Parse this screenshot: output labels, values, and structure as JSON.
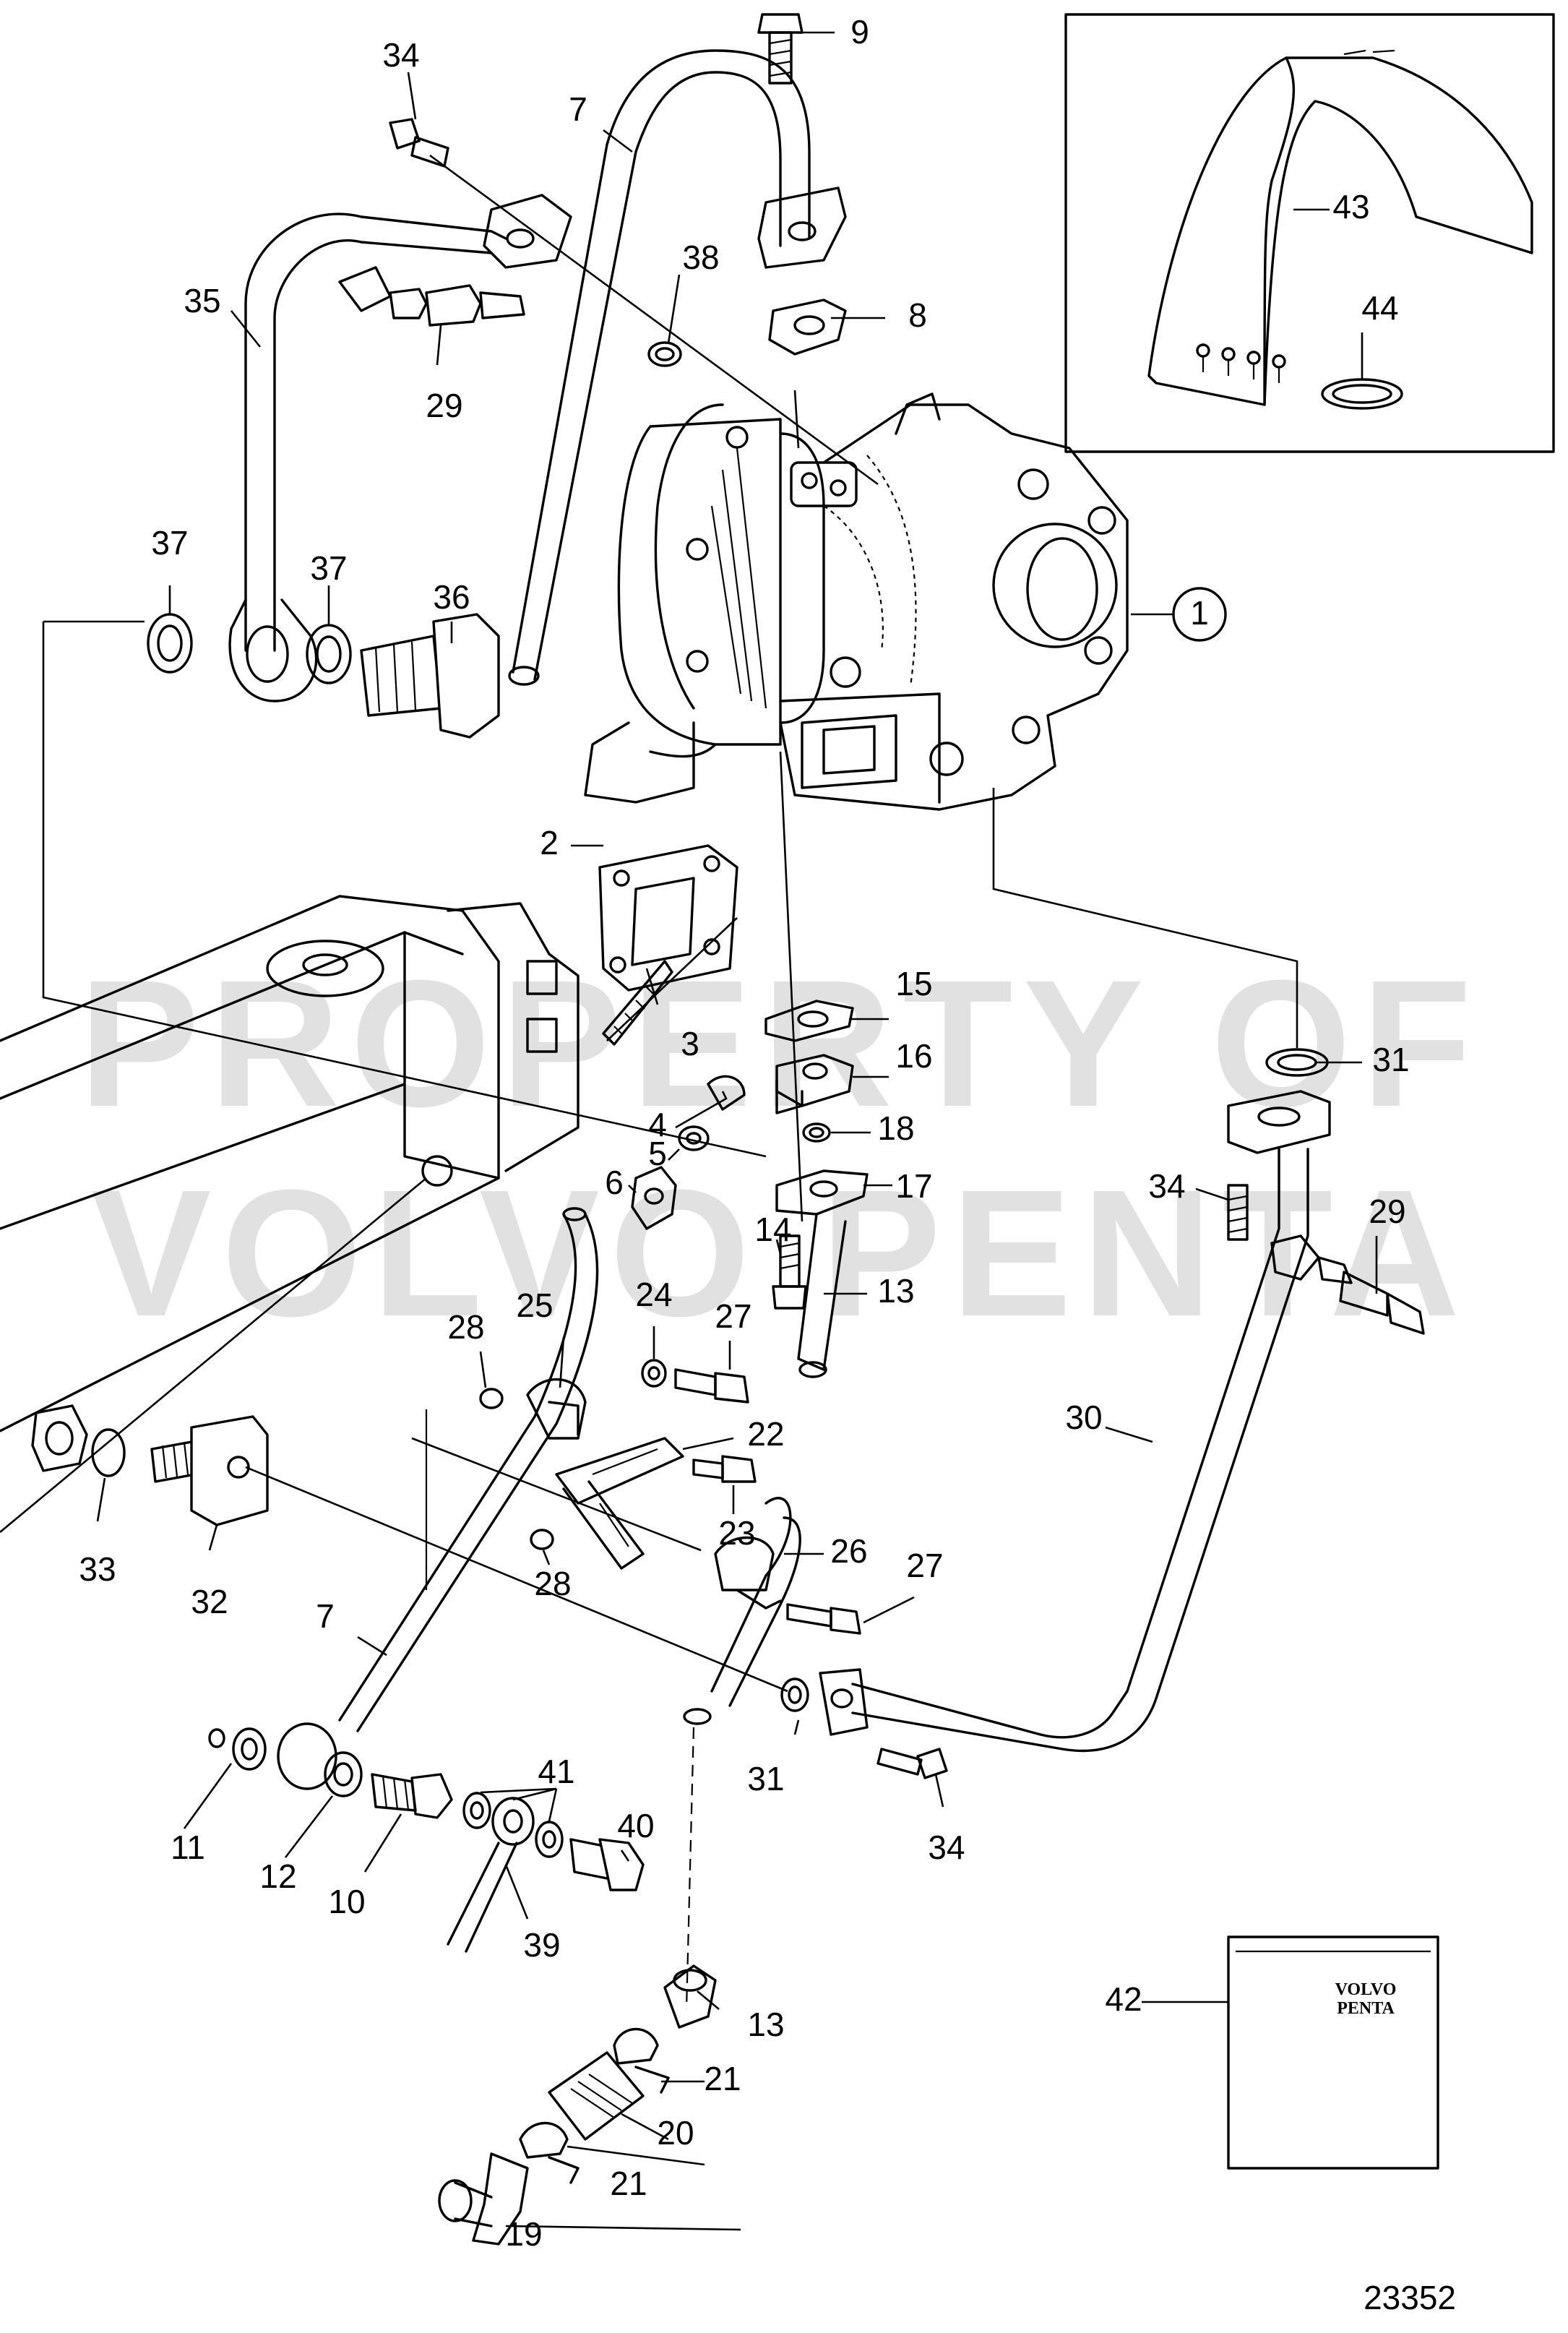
{
  "watermark": {
    "line1": "PROPERTY OF",
    "line2": "VOLVO PENTA"
  },
  "figure_number": "23352",
  "kit_brand": {
    "line1": "VOLVO",
    "line2": "PENTA"
  },
  "callouts": {
    "c1": "1",
    "c2": "2",
    "c3": "3",
    "c4": "4",
    "c5": "5",
    "c6": "6",
    "c7a": "7",
    "c7b": "7",
    "c8": "8",
    "c9": "9",
    "c10": "10",
    "c11": "11",
    "c12": "12",
    "c13a": "13",
    "c13b": "13",
    "c14": "14",
    "c15": "15",
    "c16": "16",
    "c17": "17",
    "c18": "18",
    "c19": "19",
    "c20": "20",
    "c21a": "21",
    "c21b": "21",
    "c22": "22",
    "c23": "23",
    "c24": "24",
    "c25": "25",
    "c26": "26",
    "c27a": "27",
    "c27b": "27",
    "c28a": "28",
    "c28b": "28",
    "c29a": "29",
    "c29b": "29",
    "c30": "30",
    "c31a": "31",
    "c31b": "31",
    "c32": "32",
    "c33": "33",
    "c34a": "34",
    "c34b": "34",
    "c34c": "34",
    "c35": "35",
    "c36": "36",
    "c37a": "37",
    "c37b": "37",
    "c38": "38",
    "c39": "39",
    "c40": "40",
    "c41": "41",
    "c42": "42",
    "c43": "43",
    "c44": "44"
  }
}
